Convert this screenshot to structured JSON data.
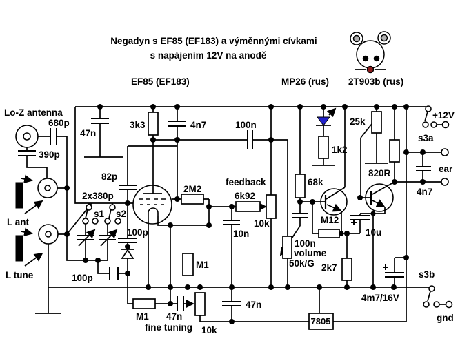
{
  "title": {
    "line1": "Negadyn s EF85 (EF183) a výměnnými cívkami",
    "line2": "s napájením 12V na anodě"
  },
  "devices": {
    "tube": "EF85 (EF183)",
    "transistor1": "MP26 (rus)",
    "transistor2": "2T903b (rus)"
  },
  "labels": {
    "antenna": "Lo-Z antenna",
    "c680p": "680p",
    "c390p": "390p",
    "c47n_supply": "47n",
    "r3k3": "3k3",
    "c4n7_supply": "4n7",
    "c100n_coupling": "100n",
    "c82p": "82p",
    "c2x380p": "2x380p",
    "s1": "s1",
    "s2": "s2",
    "l_ant": "L ant",
    "l_tune": "L tune",
    "c100p_left": "100p",
    "c100p_mid": "100p",
    "r2m2": "2M2",
    "feedback": "feedback",
    "r6k92": "6k92",
    "pot10k_feedback": "10k",
    "c10n": "10n",
    "r68k": "68k",
    "m12": "M12",
    "r1k2": "1k2",
    "r25k": "25k",
    "v12": "+12V",
    "s3a": "s3a",
    "r820": "820R",
    "ear": "ear",
    "c4n7_ear": "4n7",
    "m1_vert": "M1",
    "m1_horiz": "M1",
    "c47n_fine": "47n",
    "fine_tuning": "fine tuning",
    "pot10k_fine": "10k",
    "c100n_volume": "100n",
    "volume": "volume",
    "pot50k": "50k/G",
    "r2k7": "2k7",
    "c47n_gnd": "47n",
    "reg7805": "7805",
    "c10u": "10u",
    "c4m7": "4m7/16V",
    "s3b": "s3b",
    "gnd": "gnd"
  },
  "colors": {
    "led": "#2222cc",
    "mouse_nose": "#8b1c1c",
    "mouse_ear_inner": "#b0b0b0",
    "ink": "#000000",
    "background": "#ffffff"
  }
}
